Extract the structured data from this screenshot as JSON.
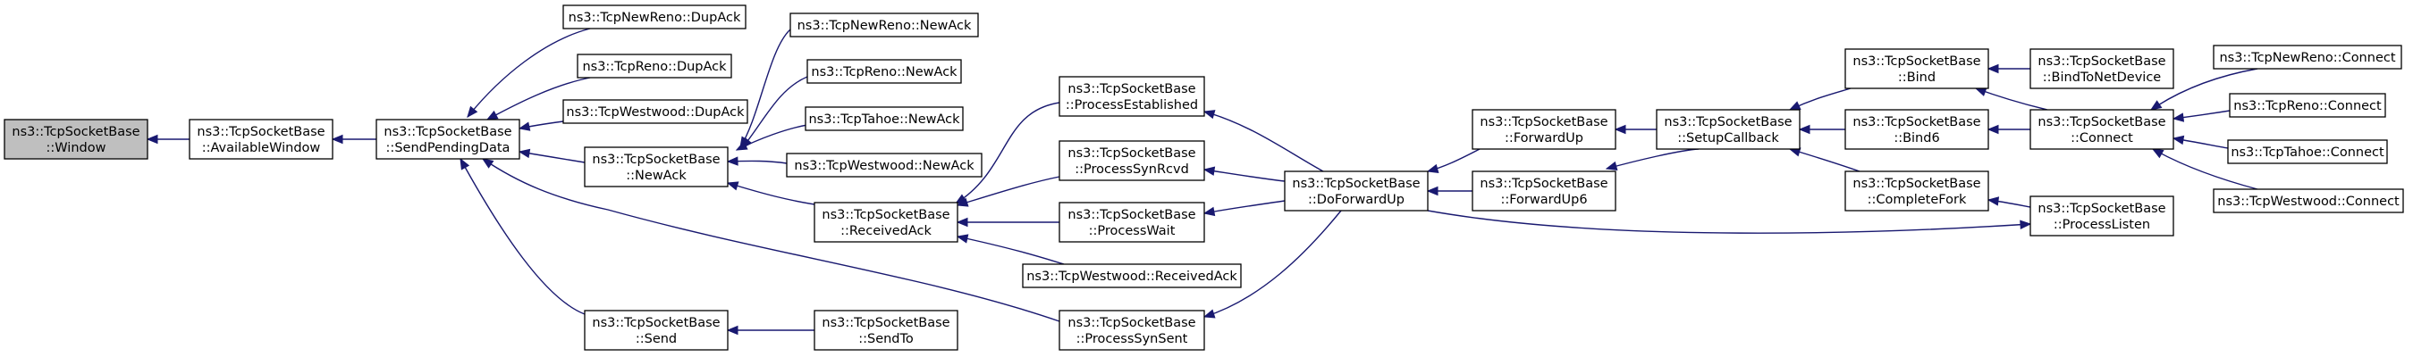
{
  "colors": {
    "focus_fill": "#bfbfbf",
    "node_fill": "#ffffff",
    "node_stroke": "#000000",
    "edge": "#191970"
  },
  "nodes": [
    {
      "id": "window",
      "lines": [
        "ns3::TcpSocketBase",
        "::Window"
      ],
      "focus": true
    },
    {
      "id": "available_window",
      "lines": [
        "ns3::TcpSocketBase",
        "::AvailableWindow"
      ]
    },
    {
      "id": "send_pending_data",
      "lines": [
        "ns3::TcpSocketBase",
        "::SendPendingData"
      ]
    },
    {
      "id": "newreno_dupack",
      "lines": [
        "ns3::TcpNewReno::DupAck"
      ]
    },
    {
      "id": "reno_dupack",
      "lines": [
        "ns3::TcpReno::DupAck"
      ]
    },
    {
      "id": "westwood_dupack",
      "lines": [
        "ns3::TcpWestwood::DupAck"
      ]
    },
    {
      "id": "newack",
      "lines": [
        "ns3::TcpSocketBase",
        "::NewAck"
      ]
    },
    {
      "id": "send",
      "lines": [
        "ns3::TcpSocketBase",
        "::Send"
      ]
    },
    {
      "id": "newreno_newack",
      "lines": [
        "ns3::TcpNewReno::NewAck"
      ]
    },
    {
      "id": "reno_newack",
      "lines": [
        "ns3::TcpReno::NewAck"
      ]
    },
    {
      "id": "tahoe_newack",
      "lines": [
        "ns3::TcpTahoe::NewAck"
      ]
    },
    {
      "id": "westwood_newack",
      "lines": [
        "ns3::TcpWestwood::NewAck"
      ]
    },
    {
      "id": "received_ack",
      "lines": [
        "ns3::TcpSocketBase",
        "::ReceivedAck"
      ]
    },
    {
      "id": "send_to",
      "lines": [
        "ns3::TcpSocketBase",
        "::SendTo"
      ]
    },
    {
      "id": "process_established",
      "lines": [
        "ns3::TcpSocketBase",
        "::ProcessEstablished"
      ]
    },
    {
      "id": "process_syn_rcvd",
      "lines": [
        "ns3::TcpSocketBase",
        "::ProcessSynRcvd"
      ]
    },
    {
      "id": "process_wait",
      "lines": [
        "ns3::TcpSocketBase",
        "::ProcessWait"
      ]
    },
    {
      "id": "westwood_received_ack",
      "lines": [
        "ns3::TcpWestwood::ReceivedAck"
      ]
    },
    {
      "id": "process_syn_sent",
      "lines": [
        "ns3::TcpSocketBase",
        "::ProcessSynSent"
      ]
    },
    {
      "id": "do_forward_up",
      "lines": [
        "ns3::TcpSocketBase",
        "::DoForwardUp"
      ]
    },
    {
      "id": "forward_up",
      "lines": [
        "ns3::TcpSocketBase",
        "::ForwardUp"
      ]
    },
    {
      "id": "forward_up6",
      "lines": [
        "ns3::TcpSocketBase",
        "::ForwardUp6"
      ]
    },
    {
      "id": "setup_callback",
      "lines": [
        "ns3::TcpSocketBase",
        "::SetupCallback"
      ]
    },
    {
      "id": "bind",
      "lines": [
        "ns3::TcpSocketBase",
        "::Bind"
      ]
    },
    {
      "id": "bind6",
      "lines": [
        "ns3::TcpSocketBase",
        "::Bind6"
      ]
    },
    {
      "id": "complete_fork",
      "lines": [
        "ns3::TcpSocketBase",
        "::CompleteFork"
      ]
    },
    {
      "id": "bind_to_net_device",
      "lines": [
        "ns3::TcpSocketBase",
        "::BindToNetDevice"
      ]
    },
    {
      "id": "connect",
      "lines": [
        "ns3::TcpSocketBase",
        "::Connect"
      ]
    },
    {
      "id": "process_listen",
      "lines": [
        "ns3::TcpSocketBase",
        "::ProcessListen"
      ]
    },
    {
      "id": "newreno_connect",
      "lines": [
        "ns3::TcpNewReno::Connect"
      ]
    },
    {
      "id": "reno_connect",
      "lines": [
        "ns3::TcpReno::Connect"
      ]
    },
    {
      "id": "tahoe_connect",
      "lines": [
        "ns3::TcpTahoe::Connect"
      ]
    },
    {
      "id": "westwood_connect",
      "lines": [
        "ns3::TcpWestwood::Connect"
      ]
    }
  ],
  "edges": [
    {
      "from": "available_window",
      "to": "window"
    },
    {
      "from": "send_pending_data",
      "to": "available_window"
    },
    {
      "from": "newreno_dupack",
      "to": "send_pending_data"
    },
    {
      "from": "reno_dupack",
      "to": "send_pending_data"
    },
    {
      "from": "westwood_dupack",
      "to": "send_pending_data"
    },
    {
      "from": "newack",
      "to": "send_pending_data"
    },
    {
      "from": "send",
      "to": "send_pending_data"
    },
    {
      "from": "process_syn_sent",
      "to": "send_pending_data"
    },
    {
      "from": "newreno_newack",
      "to": "newack"
    },
    {
      "from": "reno_newack",
      "to": "newack"
    },
    {
      "from": "tahoe_newack",
      "to": "newack"
    },
    {
      "from": "westwood_newack",
      "to": "newack"
    },
    {
      "from": "received_ack",
      "to": "newack"
    },
    {
      "from": "send_to",
      "to": "send"
    },
    {
      "from": "process_established",
      "to": "received_ack"
    },
    {
      "from": "process_syn_rcvd",
      "to": "received_ack"
    },
    {
      "from": "process_wait",
      "to": "received_ack"
    },
    {
      "from": "westwood_received_ack",
      "to": "received_ack"
    },
    {
      "from": "do_forward_up",
      "to": "process_established"
    },
    {
      "from": "do_forward_up",
      "to": "process_syn_rcvd"
    },
    {
      "from": "do_forward_up",
      "to": "process_wait"
    },
    {
      "from": "do_forward_up",
      "to": "process_syn_sent"
    },
    {
      "from": "forward_up",
      "to": "do_forward_up"
    },
    {
      "from": "forward_up6",
      "to": "do_forward_up"
    },
    {
      "from": "process_listen",
      "to": "do_forward_up"
    },
    {
      "from": "setup_callback",
      "to": "forward_up"
    },
    {
      "from": "setup_callback",
      "to": "forward_up6"
    },
    {
      "from": "bind",
      "to": "setup_callback"
    },
    {
      "from": "bind6",
      "to": "setup_callback"
    },
    {
      "from": "complete_fork",
      "to": "setup_callback"
    },
    {
      "from": "bind_to_net_device",
      "to": "bind"
    },
    {
      "from": "connect",
      "to": "bind"
    },
    {
      "from": "connect",
      "to": "bind6"
    },
    {
      "from": "process_listen",
      "to": "complete_fork"
    },
    {
      "from": "newreno_connect",
      "to": "connect"
    },
    {
      "from": "reno_connect",
      "to": "connect"
    },
    {
      "from": "tahoe_connect",
      "to": "connect"
    },
    {
      "from": "westwood_connect",
      "to": "connect"
    }
  ]
}
